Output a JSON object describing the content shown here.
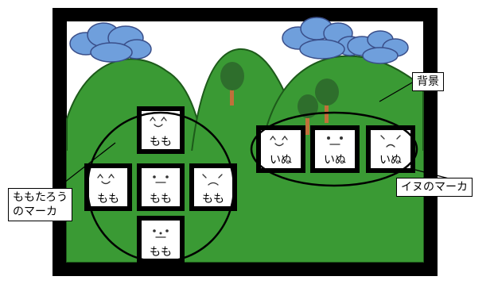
{
  "labels": {
    "background": "背景",
    "momotaro_marker": "ももたろう\nのマーカ",
    "dog_marker": "イヌのマーカ"
  },
  "markers": {
    "momo": "もも",
    "inu": "いぬ"
  },
  "colors": {
    "frame": "#000000",
    "sky": "#ffffff",
    "hills": "#3a9a34",
    "hill_outline": "#1d5a1a",
    "cloud": "#6f9fdc",
    "tree_top": "#2e6e2c",
    "tree_trunk": "#c0703a"
  }
}
